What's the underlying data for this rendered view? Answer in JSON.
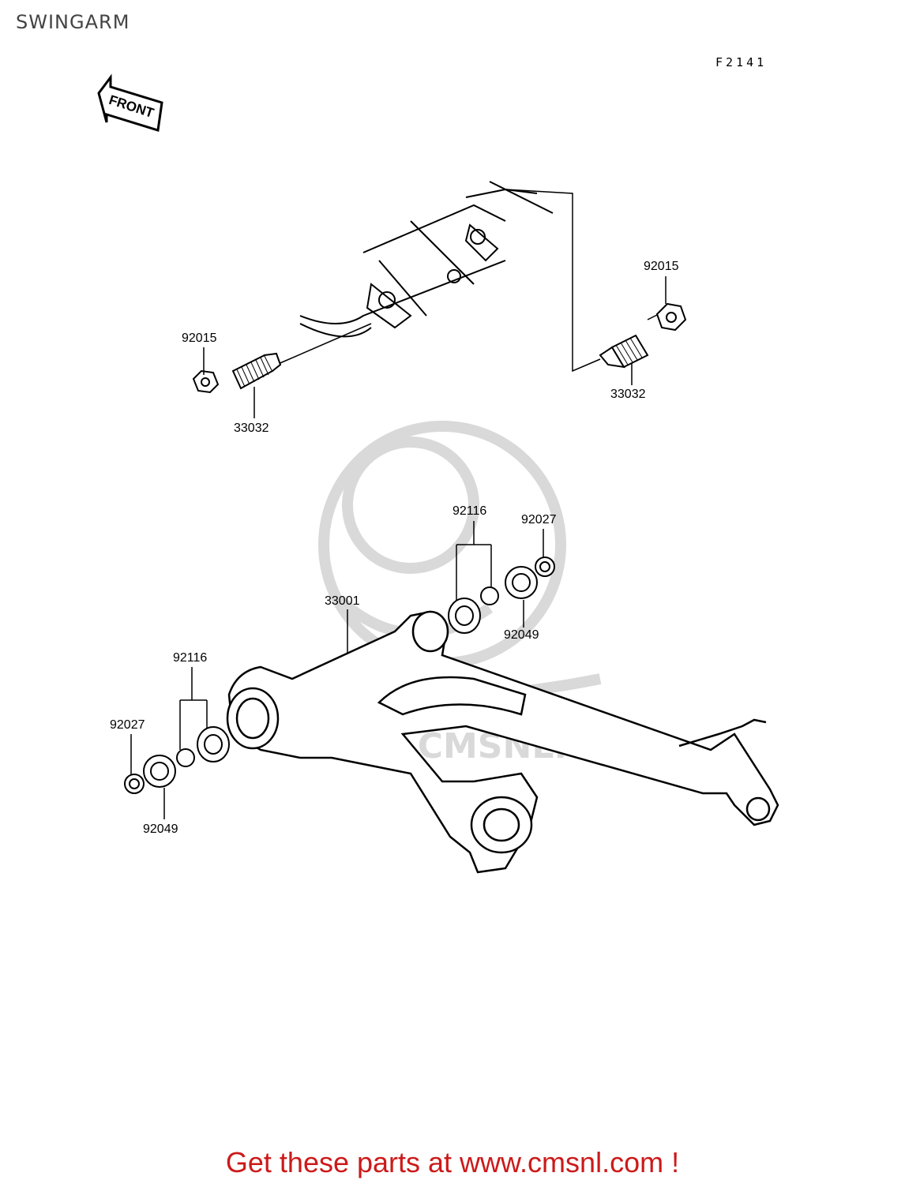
{
  "page": {
    "title": "SWINGARM",
    "figure_code": "F2141",
    "front_arrow_label": "FRONT",
    "watermark_text": "WWW.CMSNL.COM",
    "footer_text": "Get these parts at www.cmsnl.com !"
  },
  "colors": {
    "footer": "#cc1a1a",
    "watermark": "#d9d9d9",
    "line": "#000000"
  },
  "parts": {
    "nut_left": "92015",
    "bolt_left": "33032",
    "nut_right": "92015",
    "bolt_right": "33032",
    "swingarm": "33001",
    "bearing_kit_upper": "92116",
    "cap_upper": "92027",
    "seal_upper": "92049",
    "bearing_kit_lower": "92116",
    "cap_lower": "92027",
    "seal_lower": "92049"
  }
}
